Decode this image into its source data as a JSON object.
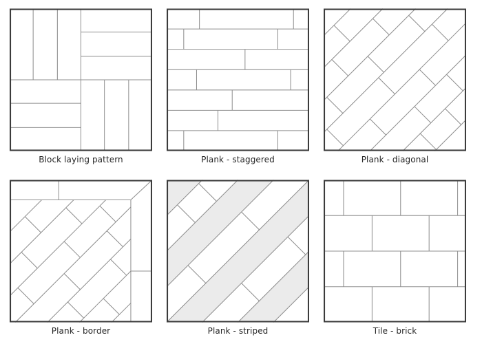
{
  "colors": {
    "box_border": "#3b3b3b",
    "inner_line": "#8f8f8f",
    "stripe_fill": "#ebebeb",
    "caption_text": "#242424",
    "background": "#ffffff"
  },
  "panels": [
    {
      "id": "block",
      "caption": "Block laying pattern",
      "polys": [],
      "lines": [
        [
          100,
          0,
          100,
          200
        ],
        [
          0,
          100,
          200,
          100
        ],
        [
          33,
          0,
          33,
          100
        ],
        [
          67,
          0,
          67,
          100
        ],
        [
          100,
          33,
          200,
          33
        ],
        [
          100,
          67,
          200,
          67
        ],
        [
          0,
          133,
          100,
          133
        ],
        [
          0,
          167,
          100,
          167
        ],
        [
          133,
          100,
          133,
          200
        ],
        [
          167,
          100,
          167,
          200
        ]
      ]
    },
    {
      "id": "plank-staggered",
      "caption": "Plank - staggered",
      "polys": [],
      "lines": [
        [
          0,
          28.6,
          200,
          28.6
        ],
        [
          0,
          57.1,
          200,
          57.1
        ],
        [
          0,
          85.7,
          200,
          85.7
        ],
        [
          0,
          114.3,
          200,
          114.3
        ],
        [
          0,
          142.9,
          200,
          142.9
        ],
        [
          0,
          171.4,
          200,
          171.4
        ],
        [
          46,
          0,
          46,
          28.6
        ],
        [
          178,
          0,
          178,
          28.6
        ],
        [
          24,
          28.6,
          24,
          57.1
        ],
        [
          156,
          28.6,
          156,
          57.1
        ],
        [
          110,
          57.1,
          110,
          85.7
        ],
        [
          42,
          85.7,
          42,
          114.3
        ],
        [
          174,
          85.7,
          174,
          114.3
        ],
        [
          92,
          114.3,
          92,
          142.9
        ],
        [
          72,
          142.9,
          72,
          171.4
        ],
        [
          24,
          171.4,
          24,
          200
        ],
        [
          156,
          171.4,
          156,
          200
        ]
      ]
    },
    {
      "id": "plank-diagonal",
      "caption": "Plank - diagonal",
      "polys": [],
      "lines": [
        [
          0,
          38,
          38,
          0
        ],
        [
          0,
          83,
          83,
          0
        ],
        [
          0,
          129,
          129,
          0
        ],
        [
          0,
          174,
          174,
          0
        ],
        [
          20,
          200,
          200,
          20
        ],
        [
          65,
          200,
          200,
          65
        ],
        [
          111,
          200,
          200,
          111
        ],
        [
          156,
          200,
          200,
          156
        ],
        [
          14.5,
          23.5,
          37,
          46
        ],
        [
          11.5,
          71.5,
          34.5,
          94.5
        ],
        [
          69,
          14,
          92,
          37
        ],
        [
          62,
          67,
          84.5,
          89.5
        ],
        [
          4.5,
          124.5,
          27,
          147
        ],
        [
          119.5,
          9.5,
          142,
          32
        ],
        [
          77,
          97,
          100,
          120
        ],
        [
          152,
          22,
          175,
          45
        ],
        [
          4.5,
          169.5,
          27.5,
          192.5
        ],
        [
          134.5,
          85.5,
          157,
          108
        ],
        [
          65,
          155,
          87.5,
          177.5
        ],
        [
          127.5,
          137.5,
          150.5,
          160.5
        ],
        [
          172.5,
          92.5,
          195.5,
          115.5
        ],
        [
          170.5,
          140.5,
          193,
          163
        ],
        [
          135.5,
          175.5,
          158,
          198
        ]
      ]
    },
    {
      "id": "plank-border",
      "caption": "Plank - border",
      "polys": [],
      "lines": [
        [
          0,
          28,
          170,
          28
        ],
        [
          170,
          28,
          170,
          200
        ],
        [
          170,
          28,
          200,
          0
        ],
        [
          69,
          0,
          69,
          28
        ],
        [
          170,
          128,
          200,
          128
        ],
        [
          0,
          73,
          45,
          28
        ],
        [
          0,
          118,
          90,
          28
        ],
        [
          0,
          163,
          135,
          28
        ],
        [
          8,
          200,
          170,
          38
        ],
        [
          53,
          200,
          170,
          83
        ],
        [
          98,
          200,
          170,
          128
        ],
        [
          143,
          200,
          170,
          173
        ],
        [
          21.5,
          51.5,
          44,
          74
        ],
        [
          79,
          39,
          101.5,
          61.5
        ],
        [
          16.5,
          101.5,
          39,
          124
        ],
        [
          76.5,
          86.5,
          99,
          109
        ],
        [
          11.5,
          151.5,
          34,
          174
        ],
        [
          126.5,
          36.5,
          149,
          59
        ],
        [
          76.5,
          131.5,
          99,
          154
        ],
        [
          136.5,
          71.5,
          159,
          94
        ],
        [
          81.5,
          171.5,
          104,
          194
        ],
        [
          141.5,
          111.5,
          164,
          134
        ],
        [
          131.5,
          166.5,
          154,
          189
        ]
      ]
    },
    {
      "id": "plank-striped",
      "caption": "Plank - striped",
      "polys": [
        [
          [
            0,
            0
          ],
          [
            50,
            0
          ],
          [
            0,
            50
          ]
        ],
        [
          [
            100,
            0
          ],
          [
            150,
            0
          ],
          [
            0,
            150
          ],
          [
            0,
            100
          ]
        ],
        [
          [
            200,
            0
          ],
          [
            200,
            50
          ],
          [
            50,
            200
          ],
          [
            0,
            200
          ]
        ],
        [
          [
            200,
            100
          ],
          [
            200,
            150
          ],
          [
            150,
            200
          ],
          [
            100,
            200
          ]
        ]
      ],
      "lines": [
        [
          0,
          50,
          50,
          0
        ],
        [
          0,
          100,
          100,
          0
        ],
        [
          0,
          150,
          150,
          0
        ],
        [
          0,
          200,
          200,
          0
        ],
        [
          50,
          200,
          200,
          50
        ],
        [
          100,
          200,
          200,
          100
        ],
        [
          150,
          200,
          200,
          150
        ],
        [
          15,
          35,
          40,
          60
        ],
        [
          45,
          5,
          70,
          30
        ],
        [
          30,
          120,
          55,
          145
        ],
        [
          105,
          45,
          130,
          70
        ],
        [
          105,
          145,
          130,
          170
        ],
        [
          170,
          80,
          195,
          105
        ]
      ]
    },
    {
      "id": "tile-brick",
      "caption": "Tile - brick",
      "polys": [],
      "lines": [
        [
          0,
          50,
          200,
          50
        ],
        [
          0,
          100,
          200,
          100
        ],
        [
          0,
          150,
          200,
          150
        ],
        [
          28,
          0,
          28,
          50
        ],
        [
          108,
          0,
          108,
          50
        ],
        [
          188,
          0,
          188,
          50
        ],
        [
          68,
          50,
          68,
          100
        ],
        [
          148,
          50,
          148,
          100
        ],
        [
          28,
          100,
          28,
          150
        ],
        [
          108,
          100,
          108,
          150
        ],
        [
          188,
          100,
          188,
          150
        ],
        [
          68,
          150,
          68,
          200
        ],
        [
          148,
          150,
          148,
          200
        ]
      ]
    }
  ]
}
